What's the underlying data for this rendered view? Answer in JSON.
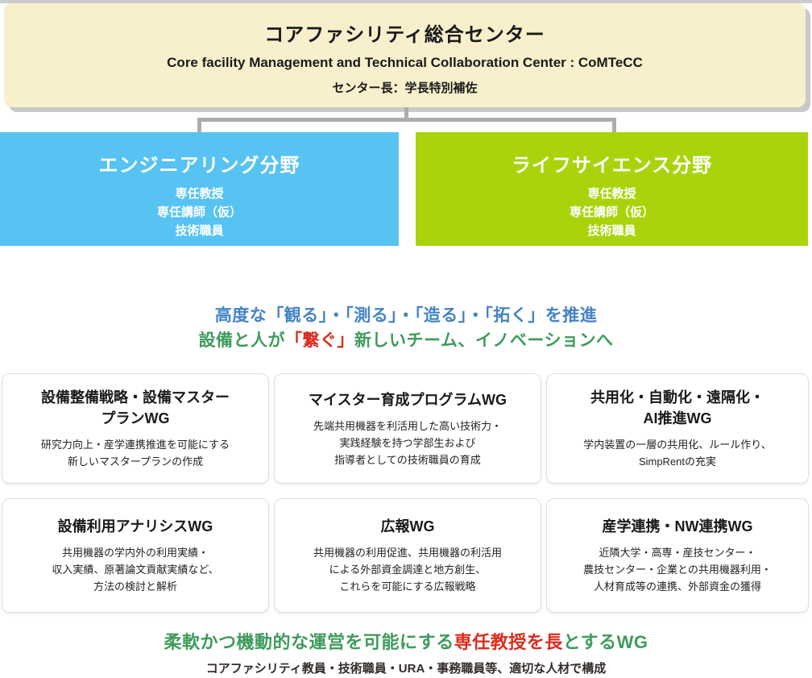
{
  "page": {
    "top_border_color": "#cccccc",
    "background": "#ffffff"
  },
  "header": {
    "title": "コアファシリティ総合センター",
    "subtitle": "Core facility Management and Technical Collaboration Center : CoMTeCC",
    "director": "センター長：学長特別補佐",
    "bg_color": "#f8efcc",
    "shadow_color": "#c9c9c9"
  },
  "connector": {
    "color": "#acacac"
  },
  "divisions": [
    {
      "name": "エンジニアリング分野",
      "members": [
        "専任教授",
        "専任講師（仮）",
        "技術職員"
      ],
      "bg_color": "#56c3f2"
    },
    {
      "name": "ライフサイエンス分野",
      "members": [
        "専任教授",
        "専任講師（仮）",
        "技術職員"
      ],
      "bg_color": "#a9d40b"
    }
  ],
  "slogan": {
    "line1": {
      "text": "高度な「観る」・「測る」・「造る」・「拓く」を推進",
      "color": "#4484c4"
    },
    "line2_parts": [
      {
        "text": "設備と人が",
        "color": "#3f9b5c"
      },
      {
        "text": "「繋ぐ」",
        "color": "#dc2b1e"
      },
      {
        "text": "新しいチーム、イノベーションへ",
        "color": "#3f9b5c"
      }
    ]
  },
  "working_groups": [
    {
      "title_lines": [
        "設備整備戦略・設備マスター",
        "プランWG"
      ],
      "desc_lines": [
        "研究力向上・産学連携推進を可能にする",
        "新しいマスタープランの作成"
      ]
    },
    {
      "title_lines": [
        "マイスター育成プログラムWG"
      ],
      "desc_lines": [
        "先端共用機器を利活用した高い技術力・",
        "実践経験を持つ学部生および",
        "指導者としての技術職員の育成"
      ]
    },
    {
      "title_lines": [
        "共用化・自動化・遠隔化・",
        "AI推進WG"
      ],
      "desc_lines": [
        "学内装置の一層の共用化、ルール作り、",
        "SimpRentの充実"
      ]
    },
    {
      "title_lines": [
        "設備利用アナリシスWG"
      ],
      "desc_lines": [
        "共用機器の学内外の利用実績・",
        "収入実績、原著論文貢献実績など、",
        "方法の検討と解析"
      ]
    },
    {
      "title_lines": [
        "広報WG"
      ],
      "desc_lines": [
        "共用機器の利用促進、共用機器の利活用",
        "による外部資金調達と地方創生、",
        "これらを可能にする広報戦略"
      ]
    },
    {
      "title_lines": [
        "産学連携・NW連携WG"
      ],
      "desc_lines": [
        "近隣大学・高専・産技センター・",
        "農技センター・企業との共用機器利用・",
        "人材育成等の連携、外部資金の獲得"
      ]
    }
  ],
  "footer": {
    "line1_parts": [
      {
        "text": "柔軟かつ機動的な運営を可能にする",
        "color": "#3f9b5c"
      },
      {
        "text": "専任教授を長",
        "color": "#dc2b1e"
      },
      {
        "text": "とするWG",
        "color": "#3f9b5c"
      }
    ],
    "line2": "コアファシリティ教員・技術職員・URA・事務職員等、適切な人材で構成"
  }
}
